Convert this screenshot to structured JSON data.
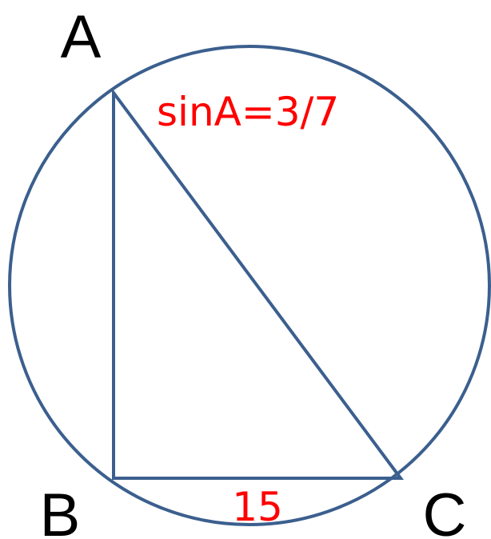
{
  "vertices": {
    "A": "A",
    "B": "B",
    "C": "C"
  },
  "annotations": {
    "sine_of_angle_a": "sinA=3/7",
    "side_bc_length": "15"
  },
  "colors": {
    "stroke": "#3b5f8e",
    "annotation": "#ff0000",
    "label": "#000000",
    "background": "#ffffff"
  }
}
